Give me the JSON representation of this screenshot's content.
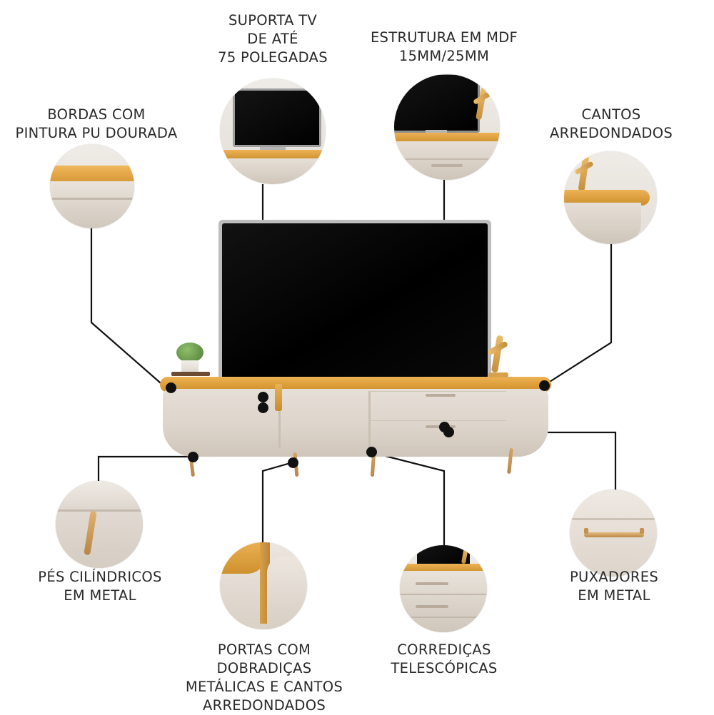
{
  "page": {
    "title": "Rack para TV - infográfico de características",
    "language": "pt-BR",
    "background": "#ffffff",
    "text_color": "#2b2b2b"
  },
  "callouts": [
    {
      "id": "bordas-pintura",
      "label": "BORDAS COM\nPINTURA PU DOURADA",
      "label_position": "top-left",
      "bubble_image": "close-up de borda arredondada dourada do tampo"
    },
    {
      "id": "suporta-tv",
      "label": "SUPORTA TV\nDE ATÉ\n75 POLEGADAS",
      "label_position": "top",
      "bubble_image": "close-up da TV preta sobre o rack"
    },
    {
      "id": "estrutura-mdf",
      "label": "ESTRUTURA EM MDF\n15MM/25MM",
      "label_position": "top",
      "bubble_image": "close-up do tampo com estatueta e gaveta"
    },
    {
      "id": "cantos-arredondados",
      "label": "CANTOS\nARREDONDADOS",
      "label_position": "top-right",
      "bubble_image": "close-up do canto arredondado do tampo com estatueta"
    },
    {
      "id": "pes-cilindricos",
      "label": "PÉS CILÍNDRICOS\nEM METAL",
      "label_position": "bottom-left",
      "bubble_image": "close-up do pé cilíndrico dourado em metal"
    },
    {
      "id": "portas-dobradicas",
      "label": "PORTAS COM\nDOBRADIÇAS\nMETÁLICAS E CANTOS\nARREDONDADOS",
      "label_position": "bottom",
      "bubble_image": "close-up da porta aberta com canto arredondado"
    },
    {
      "id": "correidicas-telescopicas",
      "label": "CORREDIÇAS\nTELESCÓPICAS",
      "label_position": "bottom",
      "bubble_image": "close-up das gavetas com corrediças"
    },
    {
      "id": "puxadores-metal",
      "label": "PUXADORES\nEM METAL",
      "label_position": "bottom-right",
      "bubble_image": "close-up do puxador dourado em metal"
    }
  ],
  "product": {
    "name": "Rack / bancada para TV",
    "tv": {
      "screen_color": "#050505",
      "bezel_color": "#b9b9b9"
    },
    "top_color": "#e0a13c",
    "body_color": "#ded6cd",
    "feet_color": "#c79a5f",
    "accessories": [
      "vaso-planta",
      "livros",
      "estatueta-dourada"
    ]
  },
  "colors": {
    "wood": "#e0a13c",
    "cream": "#ded6cd",
    "dark": "#111111",
    "line": "#111111"
  }
}
